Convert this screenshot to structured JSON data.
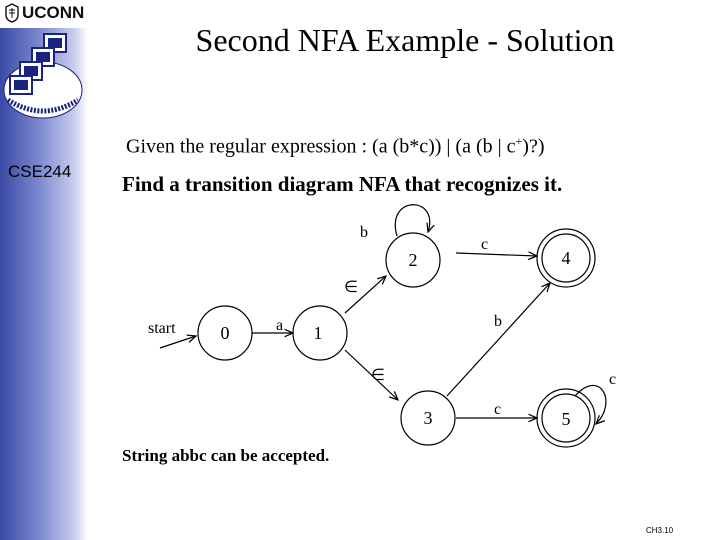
{
  "header": {
    "logo_text": "UCONN",
    "course_code": "CSE244"
  },
  "slide": {
    "title": "Second NFA Example - Solution",
    "given_prefix": "Given the regular expression :  (a (b*c)) | (a (b | c",
    "given_sup": "+",
    "given_suffix": ")?)",
    "task": "Find a transition diagram NFA that recognizes it.",
    "conclusion": "String abbc can be accepted.",
    "page": "CH3.10"
  },
  "nfa": {
    "start_label": "start",
    "states": [
      {
        "id": "0",
        "label": "0",
        "accepting": false
      },
      {
        "id": "1",
        "label": "1",
        "accepting": false
      },
      {
        "id": "2",
        "label": "2",
        "accepting": false
      },
      {
        "id": "3",
        "label": "3",
        "accepting": false
      },
      {
        "id": "4",
        "label": "4",
        "accepting": true
      },
      {
        "id": "5",
        "label": "5",
        "accepting": true
      }
    ],
    "transitions": [
      {
        "from": "0",
        "to": "1",
        "symbol": "a"
      },
      {
        "from": "1",
        "to": "2",
        "symbol": "∈"
      },
      {
        "from": "2",
        "to": "2",
        "symbol": "b"
      },
      {
        "from": "2",
        "to": "4",
        "symbol": "c"
      },
      {
        "from": "1",
        "to": "3",
        "symbol": "∈"
      },
      {
        "from": "3",
        "to": "4",
        "symbol": "b"
      },
      {
        "from": "3",
        "to": "5",
        "symbol": "c"
      },
      {
        "from": "5",
        "to": "5",
        "symbol": "c"
      }
    ]
  },
  "colors": {
    "sidebar_dark": "#3a4aa6",
    "sidebar_light": "#c9cfee",
    "ink": "#000000"
  }
}
